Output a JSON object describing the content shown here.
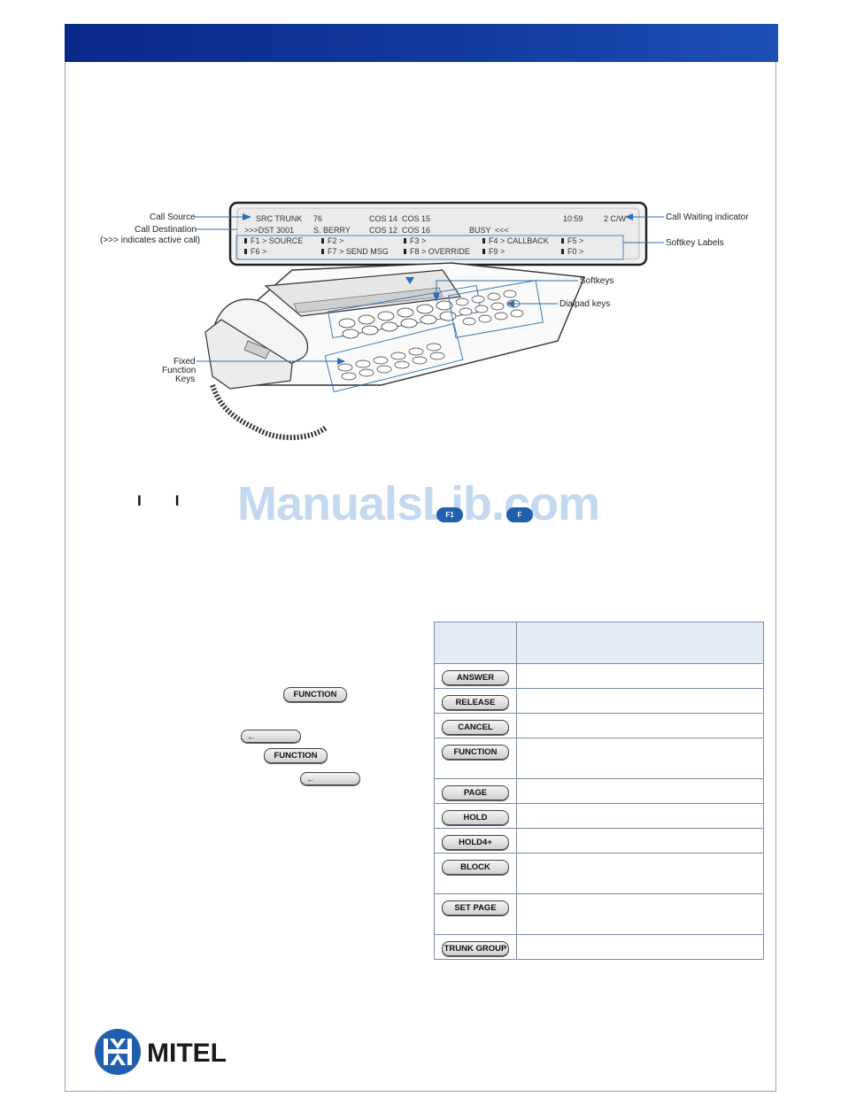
{
  "figure": {
    "lcd": {
      "row1": [
        "SRC TRUNK",
        "76",
        "COS 14",
        "COS 15",
        "10:59",
        "2 C/W"
      ],
      "row2": [
        ">>>DST 3001",
        "S. BERRY",
        "COS 12",
        "COS 16",
        "BUSY",
        "<<<"
      ],
      "softkeys_row1": [
        "F1 > SOURCE",
        "F2 >",
        "F3 >",
        "F4 > CALLBACK",
        "F5 >"
      ],
      "softkeys_row2": [
        "F6 >",
        "F7 > SEND MSG",
        "F8 > OVERRIDE",
        "F9 >",
        "F0 >"
      ]
    },
    "callouts": {
      "call_source": "Call Source",
      "call_destination": "Call Destination",
      "active_call_note": "(>>> indicates active call)",
      "call_waiting": "Call Waiting indicator",
      "softkey_labels": "Softkey Labels",
      "softkeys": "Softkeys",
      "dialpad_keys": "Dialpad keys",
      "fixed_function_keys": [
        "Fixed",
        "Function",
        "Keys"
      ]
    }
  },
  "marks": [
    "I",
    "I"
  ],
  "watermark": {
    "text": "ManualsLib.com",
    "key1": "F1",
    "key2": "F"
  },
  "left_keys": {
    "function_1": "FUNCTION",
    "back_1": "←",
    "function_2": "FUNCTION",
    "back_2": "←"
  },
  "key_table": [
    "ANSWER",
    "RELEASE",
    "CANCEL",
    "FUNCTION",
    "PAGE",
    "HOLD",
    "HOLD4+",
    "BLOCK",
    "SET PAGE",
    "TRUNK GROUP"
  ],
  "logo": {
    "text": "MITEL"
  },
  "colors": {
    "banner": "#123a9e",
    "callout_arrow": "#2a6fb8",
    "table_header": "#e3ebf7"
  }
}
